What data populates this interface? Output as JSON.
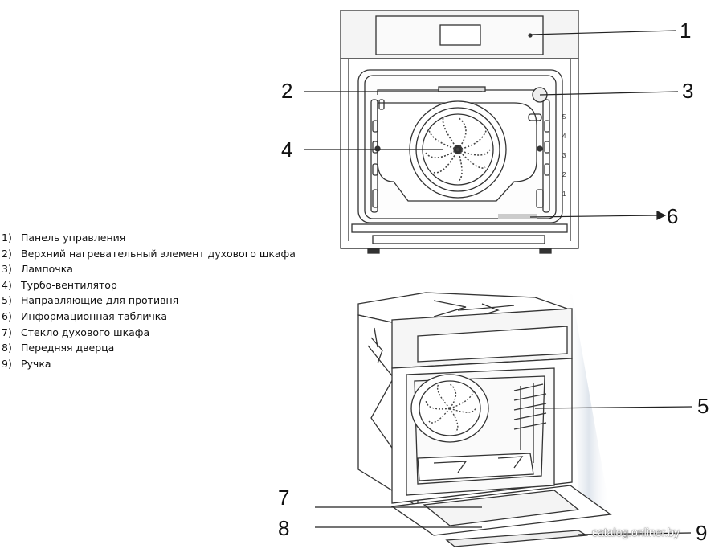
{
  "legend": [
    {
      "num": "1)",
      "text": "Панель управления"
    },
    {
      "num": "2)",
      "text": "Верхний нагревательный элемент духового шкафа"
    },
    {
      "num": "3)",
      "text": "Лампочка"
    },
    {
      "num": "4)",
      "text": "Турбо-вентилятор"
    },
    {
      "num": "5)",
      "text": "Направляющие для противня"
    },
    {
      "num": "6)",
      "text": "Информационная табличка"
    },
    {
      "num": "7)",
      "text": "Стекло духового шкафа"
    },
    {
      "num": "8)",
      "text": "Передняя дверца"
    },
    {
      "num": "9)",
      "text": "Ручка"
    }
  ],
  "callouts": {
    "c1": "1",
    "c2": "2",
    "c3": "3",
    "c4": "4",
    "c5": "5",
    "c6": "6",
    "c7": "7",
    "c8": "8",
    "c9": "9"
  },
  "shelf_numbers": [
    "5",
    "4",
    "3",
    "2",
    "1"
  ],
  "watermark": "catalog.onliner.by",
  "colors": {
    "line": "#333333",
    "panel": "#f2f2f2",
    "shade": "#d9dde3"
  }
}
